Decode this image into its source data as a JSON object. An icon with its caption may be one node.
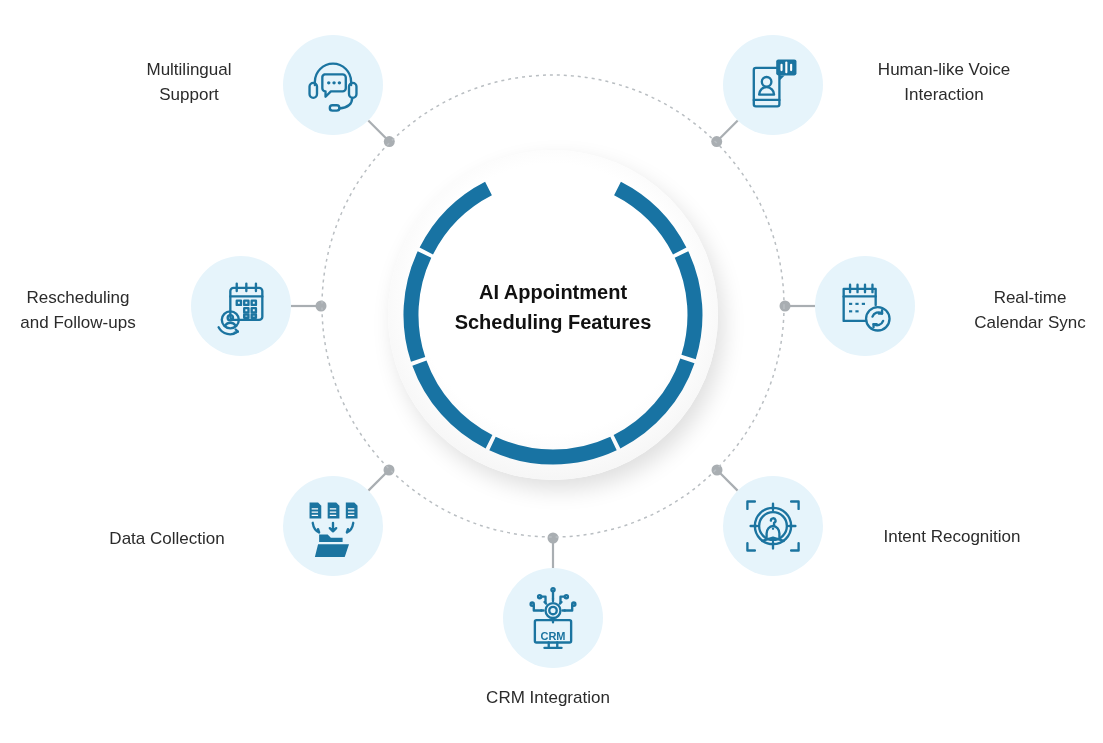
{
  "diagram": {
    "nodes": [
      {
        "text": [],
        "shape": "circle"
      },
      {
        "text": [
          "AI Appointment Scheduling Features"
        ],
        "in": 0
      },
      {
        "text": [],
        "shape": "circle",
        "beside": [
          "Multilingual Support"
        ]
      },
      {
        "text": [],
        "shape": "circle",
        "beside": [
          "Human-like Voice Interaction"
        ]
      },
      {
        "text": [],
        "shape": "circle",
        "beside": [
          "Rescheduling and Follow-ups"
        ]
      },
      {
        "text": [],
        "shape": "circle",
        "beside": [
          "Real-time Calendar Sync"
        ]
      },
      {
        "text": [],
        "shape": "circle",
        "beside": [
          "Data Collection"
        ]
      },
      {
        "text": [],
        "shape": "circle",
        "beside": [
          "Intent Recognition"
        ]
      },
      {
        "text": [],
        "shape": "circle",
        "beside": [
          "CRM Integration"
        ]
      }
    ],
    "edges": [
      {
        "from": 0,
        "to": 2,
        "arrow": "other"
      },
      {
        "from": 0,
        "to": 3,
        "arrow": "other"
      },
      {
        "from": 0,
        "to": 4,
        "arrow": "other"
      },
      {
        "from": 0,
        "to": 5,
        "arrow": "other"
      },
      {
        "from": 0,
        "to": 6,
        "arrow": "other"
      },
      {
        "from": 0,
        "to": 7,
        "arrow": "other"
      },
      {
        "from": 0,
        "to": 8,
        "arrow": "other"
      }
    ],
    "labels": [
      "CRM"
    ]
  }
}
